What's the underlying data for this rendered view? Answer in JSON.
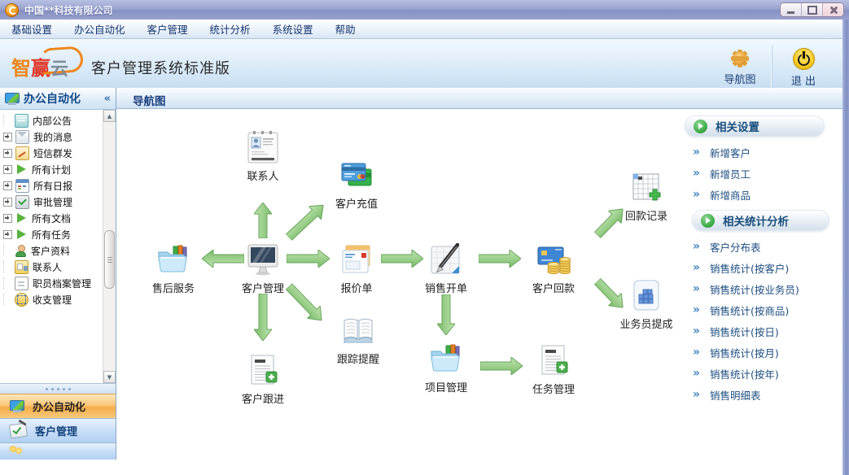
{
  "window": {
    "title": "中国**科技有限公司",
    "controls": {
      "minimize": "minimize",
      "maximize": "maximize",
      "close": "close"
    }
  },
  "menu": {
    "items": [
      "基础设置",
      "办公自动化",
      "客户管理",
      "统计分析",
      "系统设置",
      "帮助"
    ]
  },
  "header": {
    "logo": {
      "char1": "智",
      "char2": "赢",
      "char3": "云"
    },
    "app_title": "客户管理系统标准版",
    "actions": [
      {
        "label": "导航图",
        "icon": "gear-icon"
      },
      {
        "label": "退 出",
        "icon": "power-icon"
      }
    ]
  },
  "sidebar": {
    "header": {
      "label": "办公自动化",
      "collapse_icon": "«",
      "icon": "monitor-icon"
    },
    "tree": [
      {
        "label": "内部公告",
        "icon": "announcement-icon",
        "expandable": false
      },
      {
        "label": "我的消息",
        "icon": "mail-icon",
        "expandable": true
      },
      {
        "label": "短信群发",
        "icon": "sms-icon",
        "expandable": true
      },
      {
        "label": "所有计划",
        "icon": "play-icon",
        "expandable": true
      },
      {
        "label": "所有日报",
        "icon": "calendar-icon",
        "expandable": true
      },
      {
        "label": "审批管理",
        "icon": "approve-icon",
        "expandable": true
      },
      {
        "label": "所有文档",
        "icon": "play-icon",
        "expandable": true
      },
      {
        "label": "所有任务",
        "icon": "play-icon",
        "expandable": true
      },
      {
        "label": "客户资料",
        "icon": "person-icon",
        "expandable": false
      },
      {
        "label": "联系人",
        "icon": "contact-card-icon",
        "expandable": false
      },
      {
        "label": "职员档案管理",
        "icon": "archive-icon",
        "expandable": false
      },
      {
        "label": "收支管理",
        "icon": "money-icon",
        "expandable": false
      }
    ],
    "scrollbar": {
      "up_glyph": "▲",
      "down_glyph": "▼"
    },
    "panels": [
      {
        "label": "办公自动化",
        "selected": true,
        "icon": "monitor-icon"
      },
      {
        "label": "客户管理",
        "selected": false,
        "icon": "check-note-icon"
      }
    ]
  },
  "main": {
    "tab": "导航图",
    "diagram": {
      "nodes": [
        {
          "id": "contacts",
          "label": "联系人",
          "icon": "contact-card-icon"
        },
        {
          "id": "recharge",
          "label": "客户充值",
          "icon": "credit-cards-icon"
        },
        {
          "id": "after-sales",
          "label": "售后服务",
          "icon": "folder-books-icon"
        },
        {
          "id": "customer-mgmt",
          "label": "客户管理",
          "icon": "monitor-icon"
        },
        {
          "id": "quotation",
          "label": "报价单",
          "icon": "quote-doc-icon"
        },
        {
          "id": "sales-order",
          "label": "销售开单",
          "icon": "note-pen-icon"
        },
        {
          "id": "payment",
          "label": "客户回款",
          "icon": "card-coins-icon"
        },
        {
          "id": "payment-records",
          "label": "回款记录",
          "icon": "table-plus-icon"
        },
        {
          "id": "commission",
          "label": "业务员提成",
          "icon": "grid-panel-icon"
        },
        {
          "id": "follow-reminder",
          "label": "跟踪提醒",
          "icon": "open-book-icon"
        },
        {
          "id": "customer-follow",
          "label": "客户跟进",
          "icon": "doc-plus-icon"
        },
        {
          "id": "project-mgmt",
          "label": "项目管理",
          "icon": "folder-books-icon"
        },
        {
          "id": "task-mgmt",
          "label": "任务管理",
          "icon": "doc-plus-icon"
        }
      ],
      "edges": [
        {
          "from": "customer-mgmt",
          "to": "contacts"
        },
        {
          "from": "customer-mgmt",
          "to": "recharge"
        },
        {
          "from": "customer-mgmt",
          "to": "after-sales"
        },
        {
          "from": "customer-mgmt",
          "to": "quotation"
        },
        {
          "from": "quotation",
          "to": "sales-order"
        },
        {
          "from": "sales-order",
          "to": "payment"
        },
        {
          "from": "payment",
          "to": "payment-records"
        },
        {
          "from": "payment",
          "to": "commission"
        },
        {
          "from": "customer-mgmt",
          "to": "customer-follow"
        },
        {
          "from": "customer-mgmt",
          "to": "follow-reminder"
        },
        {
          "from": "sales-order",
          "to": "project-mgmt"
        },
        {
          "from": "project-mgmt",
          "to": "task-mgmt"
        }
      ],
      "arrow_color": "#86c478"
    },
    "related_settings": {
      "title": "相关设置",
      "chevron": "»",
      "links": [
        "新增客户",
        "新增员工",
        "新增商品"
      ]
    },
    "related_stats": {
      "title": "相关统计分析",
      "chevron": "»",
      "links": [
        "客户分布表",
        "销售统计(按客户)",
        "销售统计(按业务员)",
        "销售统计(按商品)",
        "销售统计(按日)",
        "销售统计(按月)",
        "销售统计(按年)",
        "销售明细表"
      ]
    }
  },
  "colors": {
    "titlebar": "#8e98c8",
    "selected_panel": "#f5ad49",
    "arrow_green": "#86c478",
    "link_text": "#1d4e80",
    "accent_blue": "#4586c0"
  }
}
